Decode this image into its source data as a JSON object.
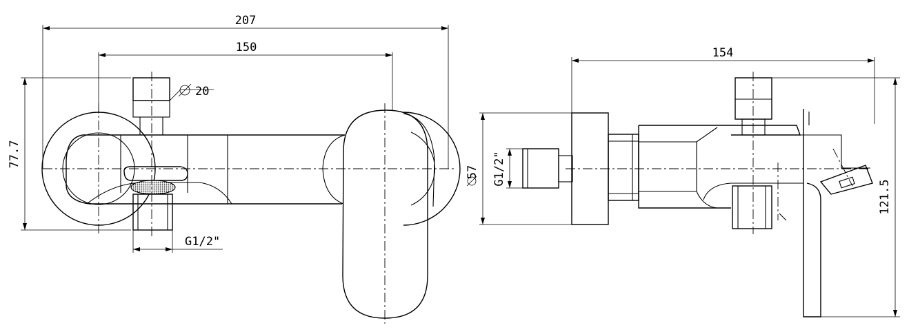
{
  "front_view": {
    "dim_overall_width": "207",
    "dim_handle_centers": "150",
    "dim_height": "77.7",
    "dim_diameter_top": "20",
    "dim_thread": "G1/2\""
  },
  "side_view": {
    "dim_depth": "154",
    "dim_flange_diameter": "57",
    "dim_thread": "G1/2\"",
    "dim_height": "121.5"
  }
}
